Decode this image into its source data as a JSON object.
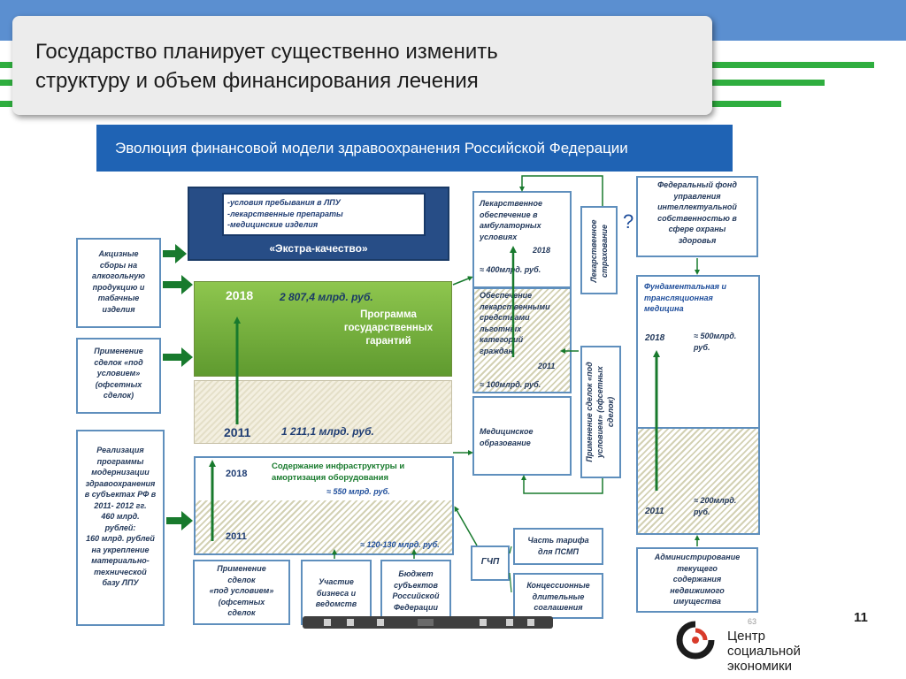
{
  "slide": {
    "title_line1": "Государство планирует существенно изменить",
    "title_line2": "структуру и объем финансирования лечения",
    "page_number": "11",
    "slide_index_small": "63",
    "logo_line1": "Центр",
    "logo_line2": "социальной",
    "logo_line3": "экономики"
  },
  "banner": {
    "text": "Эволюция финансовой модели здравоохранения Российской Федерации"
  },
  "left_column": {
    "box1": [
      "Акцизные",
      "сборы на",
      "алкогольную",
      "продукцию и",
      "табачные",
      "изделия"
    ],
    "box2": [
      "Применение",
      "сделок «под",
      "условием»",
      "(офсетных",
      "сделок)"
    ],
    "box3": [
      "Реализация",
      "программы",
      "модернизации",
      "здравоохранения",
      "в субъектах РФ в",
      "2011- 2012 гг.",
      "460 млрд.",
      "рублей:",
      "160 млрд. рублей",
      "на укрепление",
      "материально-",
      "технической",
      "базу ЛПУ"
    ]
  },
  "extra_quality": {
    "items": [
      "-условия пребывания в ЛПУ",
      "-лекарственные препараты",
      "-медицинские изделия"
    ],
    "label": "«Экстра-качество»"
  },
  "program": {
    "year_top": "2018",
    "amount_top": "2 807,4 млрд. руб.",
    "name": [
      "Программа",
      "государственных",
      "гарантий"
    ],
    "year_bottom": "2011",
    "amount_bottom": "1 211,1 млрд. руб."
  },
  "infrastructure": {
    "year_top": "2018",
    "title": [
      "Содержание инфраструктуры и",
      "амортизация оборудования"
    ],
    "amount_top": "≈ 550 млрд. руб.",
    "year_bottom": "2011",
    "amount_bottom": "≈ 120-130 млрд. руб."
  },
  "bottom_sources": {
    "offset": [
      "Применение",
      "сделок",
      "«под условием»",
      "(офсетных",
      "сделок"
    ],
    "business": [
      "Участие",
      "бизнеса и",
      "ведомств"
    ],
    "regions": [
      "Бюджет",
      "субъектов",
      "Российской",
      "Федерации"
    ]
  },
  "drugs_outpatient": {
    "text": [
      "Лекарственное",
      "обеспечение в",
      "амбулаторных",
      "условиях"
    ],
    "year": "2018",
    "amount": "≈ 400млрд. руб."
  },
  "drugs_privileged": {
    "text": [
      "Обеспечение",
      "лекарственными",
      "средствами",
      "льготных",
      "категорий",
      "граждан"
    ],
    "year": "2011",
    "amount": "≈ 100млрд. руб."
  },
  "med_education": {
    "text": [
      "Медицинское",
      "образование"
    ]
  },
  "drug_insurance": {
    "text": [
      "Лекарственное",
      "страхование"
    ],
    "question": "?"
  },
  "offset_vertical": {
    "text": [
      "Применение сделок «под",
      "условием» (офсетных",
      "сделок)"
    ]
  },
  "ppp": {
    "label": "ГЧП",
    "tariff": [
      "Часть тарифа",
      "для ПСМП"
    ],
    "concession": [
      "Концессионные",
      "длительные",
      "соглашения"
    ]
  },
  "federal_fund": {
    "text": [
      "Федеральный фонд",
      "управления",
      "интеллектуальной",
      "собственностью в",
      "сфере охраны",
      "здоровья"
    ]
  },
  "fundamental": {
    "title": [
      "Фундаментальная и",
      "трансляционная",
      "медицина"
    ],
    "year_top": "2018",
    "amount_top": [
      "≈ 500млрд.",
      "руб."
    ],
    "year_bottom": "2011",
    "amount_bottom": [
      "≈ 200млрд.",
      "руб."
    ]
  },
  "admin": {
    "text": [
      "Администрирование",
      "текущего",
      "содержания",
      "недвижимого",
      "имущества"
    ]
  },
  "colors": {
    "topbar": "#5b8fd0",
    "stripes": "#2fae3f",
    "banner": "#1f63b4",
    "box_border": "#5f8fbd",
    "arrow_green": "#187a2d",
    "program_green": "#6fab3a",
    "extra_quality_fill": "#274d86"
  }
}
